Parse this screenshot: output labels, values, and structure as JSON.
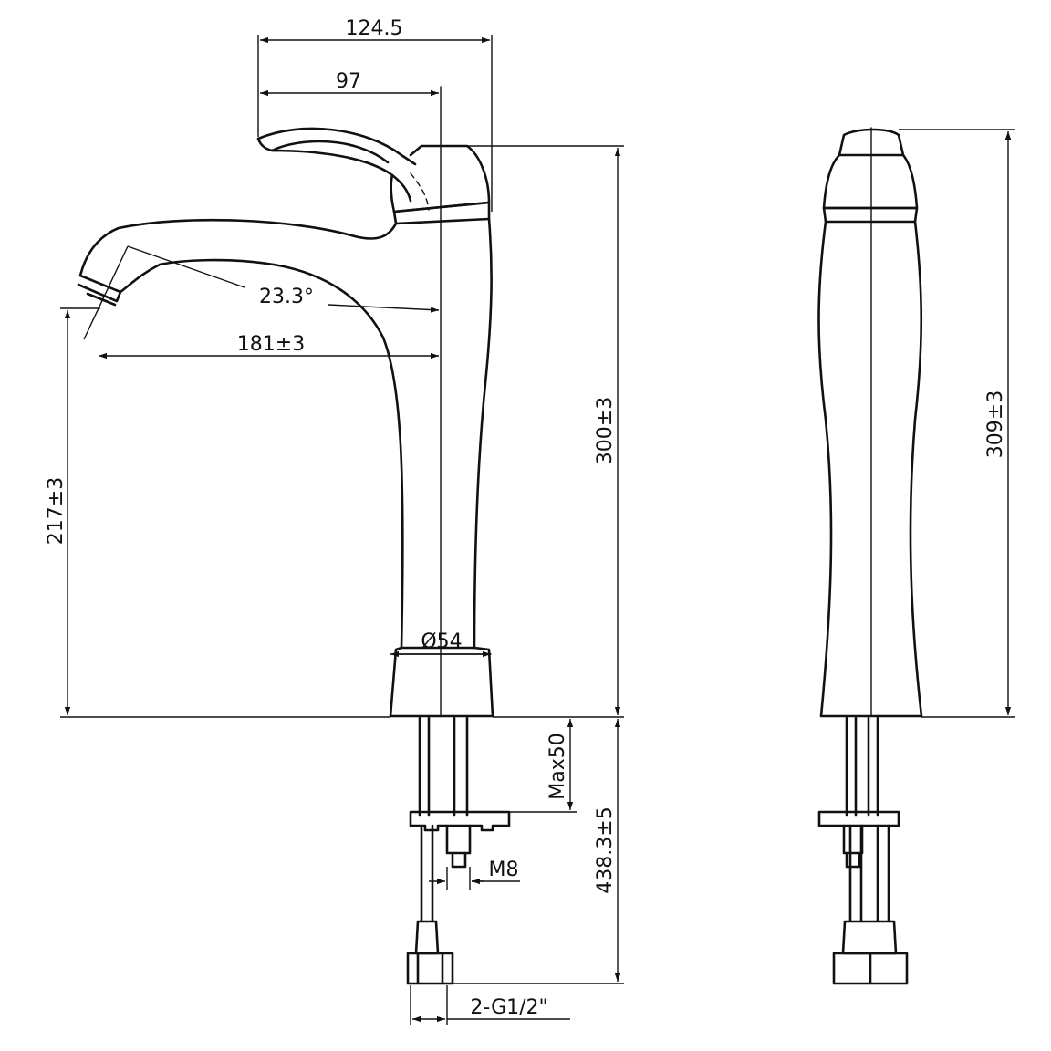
{
  "labels": {
    "width_overall": "124.5",
    "width_spout": "97",
    "angle": "23.3°",
    "reach": "181±3",
    "spout_height": "217±3",
    "height_front": "300±3",
    "height_side": "309±3",
    "base_diameter": "Ø54",
    "max_thickness": "Max50",
    "shank_length": "438.3±5",
    "thread": "M8",
    "hose_connection": "2-G1/2\""
  },
  "colors": {
    "line": "#111111",
    "background": "#ffffff"
  }
}
